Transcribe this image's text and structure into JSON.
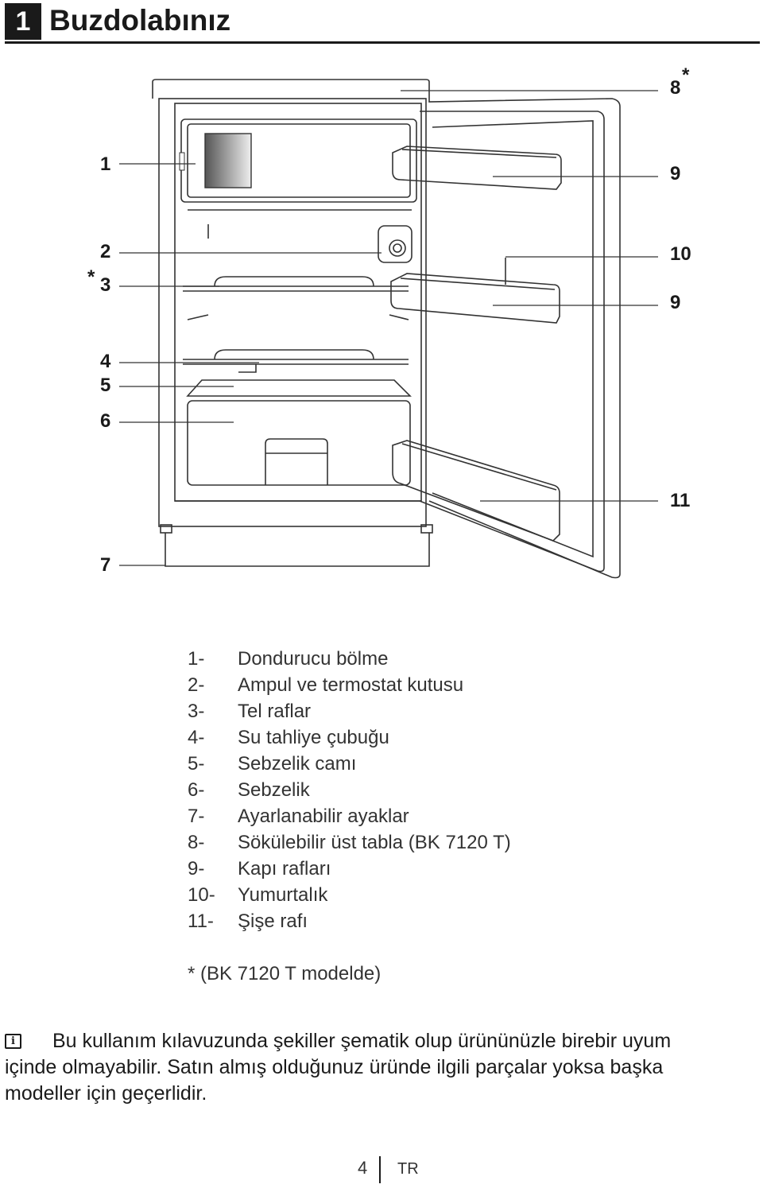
{
  "header": {
    "number": "1",
    "title": "Buzdolabınız"
  },
  "figure": {
    "callouts_left": [
      "1",
      "2",
      "*",
      "3",
      "4",
      "5",
      "6",
      "7"
    ],
    "callouts_right": [
      "8",
      "*",
      "9",
      "10",
      "9",
      "11"
    ]
  },
  "legend": [
    {
      "num": "1-",
      "label": "Dondurucu bölme"
    },
    {
      "num": "2-",
      "label": "Ampul ve termostat kutusu"
    },
    {
      "num": "3-",
      "label": "Tel raflar"
    },
    {
      "num": "4-",
      "label": "Su tahliye çubuğu"
    },
    {
      "num": "5-",
      "label": "Sebzelik camı"
    },
    {
      "num": "6-",
      "label": "Sebzelik"
    },
    {
      "num": "7-",
      "label": "Ayarlanabilir ayaklar"
    },
    {
      "num": "8-",
      "label": "Sökülebilir üst tabla (BK 7120 T)"
    },
    {
      "num": "9-",
      "label": "Kapı rafları"
    },
    {
      "num": "10-",
      "label": "Yumurtalık"
    },
    {
      "num": "11-",
      "label": "Şişe rafı"
    }
  ],
  "footnote": "* (BK 7120 T modelde)",
  "info_icon": "info-icon",
  "info_text": "Bu kullanım kılavuzunda şekiller şematik olup ürününüzle birebir uyum içinde olmayabilir. Satın almış olduğunuz üründe ilgili parçalar yoksa başka modeller için geçerlidir.",
  "footer": {
    "page": "4",
    "lang": "TR"
  }
}
